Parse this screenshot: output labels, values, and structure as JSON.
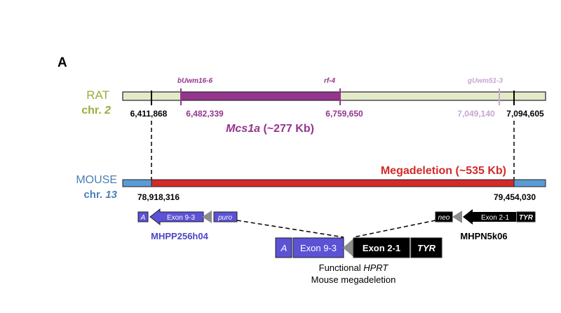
{
  "panel_label": "A",
  "rat": {
    "label_line1": "RAT",
    "label_line2_prefix": "chr. ",
    "label_line2_number": "2",
    "markers": [
      {
        "name": "bUwm16-6"
      },
      {
        "name": "rf-4"
      },
      {
        "name": "gUwm51-3"
      }
    ],
    "positions": {
      "left_end": "6,411,868",
      "mcs1a_start": "6,482,339",
      "mcs1a_end": "6,759,650",
      "marker3": "7,049,140",
      "right_end": "7,094,605"
    },
    "region_name": "Mcs1a",
    "region_size": " (~277 Kb)"
  },
  "mouse": {
    "label_line1": "MOUSE",
    "label_line2_prefix": "chr. ",
    "label_line2_number": "13",
    "deletion_label": "Megadeletion (~535 Kb)",
    "left_coord": "78,918,316",
    "right_coord": "79,454,030"
  },
  "constructs": {
    "left": {
      "a_label": "A",
      "exon_label": "Exon 9-3",
      "puro_label": "puro",
      "clone_name": "MHPP256h04"
    },
    "right": {
      "neo_label": "neo",
      "exon_label": "Exon 2-1",
      "tyr_label": "TYR",
      "clone_name": "MHPN5k06"
    },
    "combined": {
      "a_label": "A",
      "exon93_label": "Exon 9-3",
      "exon21_label": "Exon 2-1",
      "tyr_label": "TYR",
      "caption_prefix": "Functional ",
      "caption_italic": "HPRT",
      "caption_line2": "Mouse megadeletion"
    }
  },
  "colors": {
    "rat_label": "#9aae3a",
    "rat_bar": "#e4e9c9",
    "mcs1a": "#94358e",
    "marker3": "#c7a6d3",
    "mouse_label": "#4a80b4",
    "mouse_bar_end": "#5b9bd5",
    "deletion": "#d42a28",
    "left_construct": "#5b52d6",
    "construct_dark": "#000000",
    "arrow_gray": "#8c8c8c"
  }
}
